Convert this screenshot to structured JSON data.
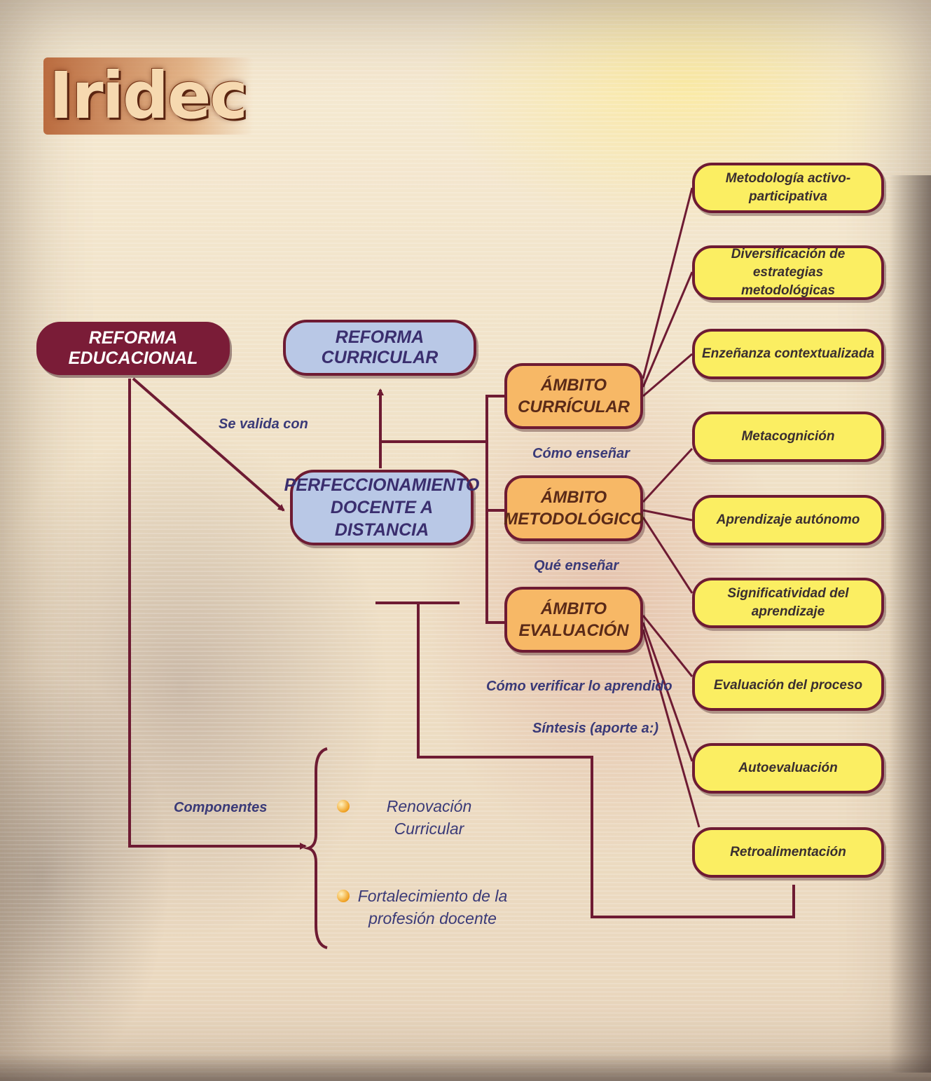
{
  "logo": {
    "text": "Iridec"
  },
  "nodes": {
    "reforma_educacional": "REFORMA EDUCACIONAL",
    "reforma_curricular": "REFORMA CURRICULAR",
    "perfeccionamiento": [
      "PERFECCIONAMIENTO",
      "DOCENTE A DISTANCIA"
    ],
    "ambito_curricular": [
      "ÁMBITO",
      "CURRÍCULAR"
    ],
    "ambito_metodologico": [
      "ÁMBITO",
      "METODOLÓGICO"
    ],
    "ambito_evaluacion": [
      "ÁMBITO",
      "EVALUACIÓN"
    ]
  },
  "outcomes": [
    [
      "Metodología activo-participativa"
    ],
    [
      "Diversificación de estrategias",
      "metodológicas"
    ],
    [
      "Enzeñanza contextualizada"
    ],
    [
      "Metacognición"
    ],
    [
      "Aprendizaje autónomo"
    ],
    [
      "Significatividad del aprendizaje"
    ],
    [
      "Evaluación del proceso"
    ],
    [
      "Autoevaluación"
    ],
    [
      "Retroalimentación"
    ]
  ],
  "labels": {
    "se_valida_con": "Se valida con",
    "como_ensenar": "Cómo enseñar",
    "que_ensenar": "Qué enseñar",
    "como_verificar": "Cómo verificar lo aprendido",
    "sintesis": "Síntesis (aporte a:)",
    "componentes": "Componentes"
  },
  "components": [
    [
      "Renovación Curricular"
    ],
    [
      "Fortalecimiento de la",
      "profesión docente"
    ]
  ],
  "colors": {
    "connector": "#6e1b33",
    "dark_node": "#7a1c37",
    "blue_node": "#b9c8e6",
    "orange_node": "#f7b866",
    "yellow_node": "#fbee62",
    "label_text": "#3a3a78"
  }
}
